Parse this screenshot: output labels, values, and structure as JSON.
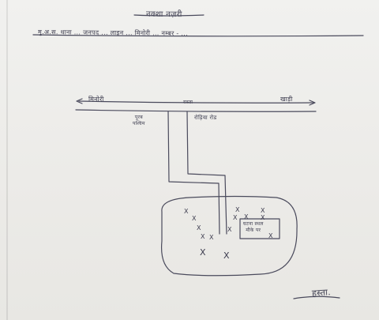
{
  "document": {
    "heading": "नक्शा नज़री",
    "subheading": "मु.अ.स. थाना ... जनपद ... लाइन ... मिनोरी ... नम्बर - ...",
    "road": {
      "left_label": "मिनोरी",
      "right_label": "खाड़ी",
      "center_label": "रास्ता",
      "under_left_label": [
        "पूरब",
        "पश्चिम"
      ],
      "under_right_label": "रोड़िया रोड"
    },
    "field_marks": [
      "X",
      "X",
      "X",
      "X",
      "X",
      "X",
      "X",
      "X",
      "X",
      "X",
      "X",
      "X"
    ],
    "center_marks": [
      "X",
      "X"
    ],
    "box_label": [
      "घटना स्थल",
      "मौके पर"
    ],
    "signature": "हस्ता."
  }
}
